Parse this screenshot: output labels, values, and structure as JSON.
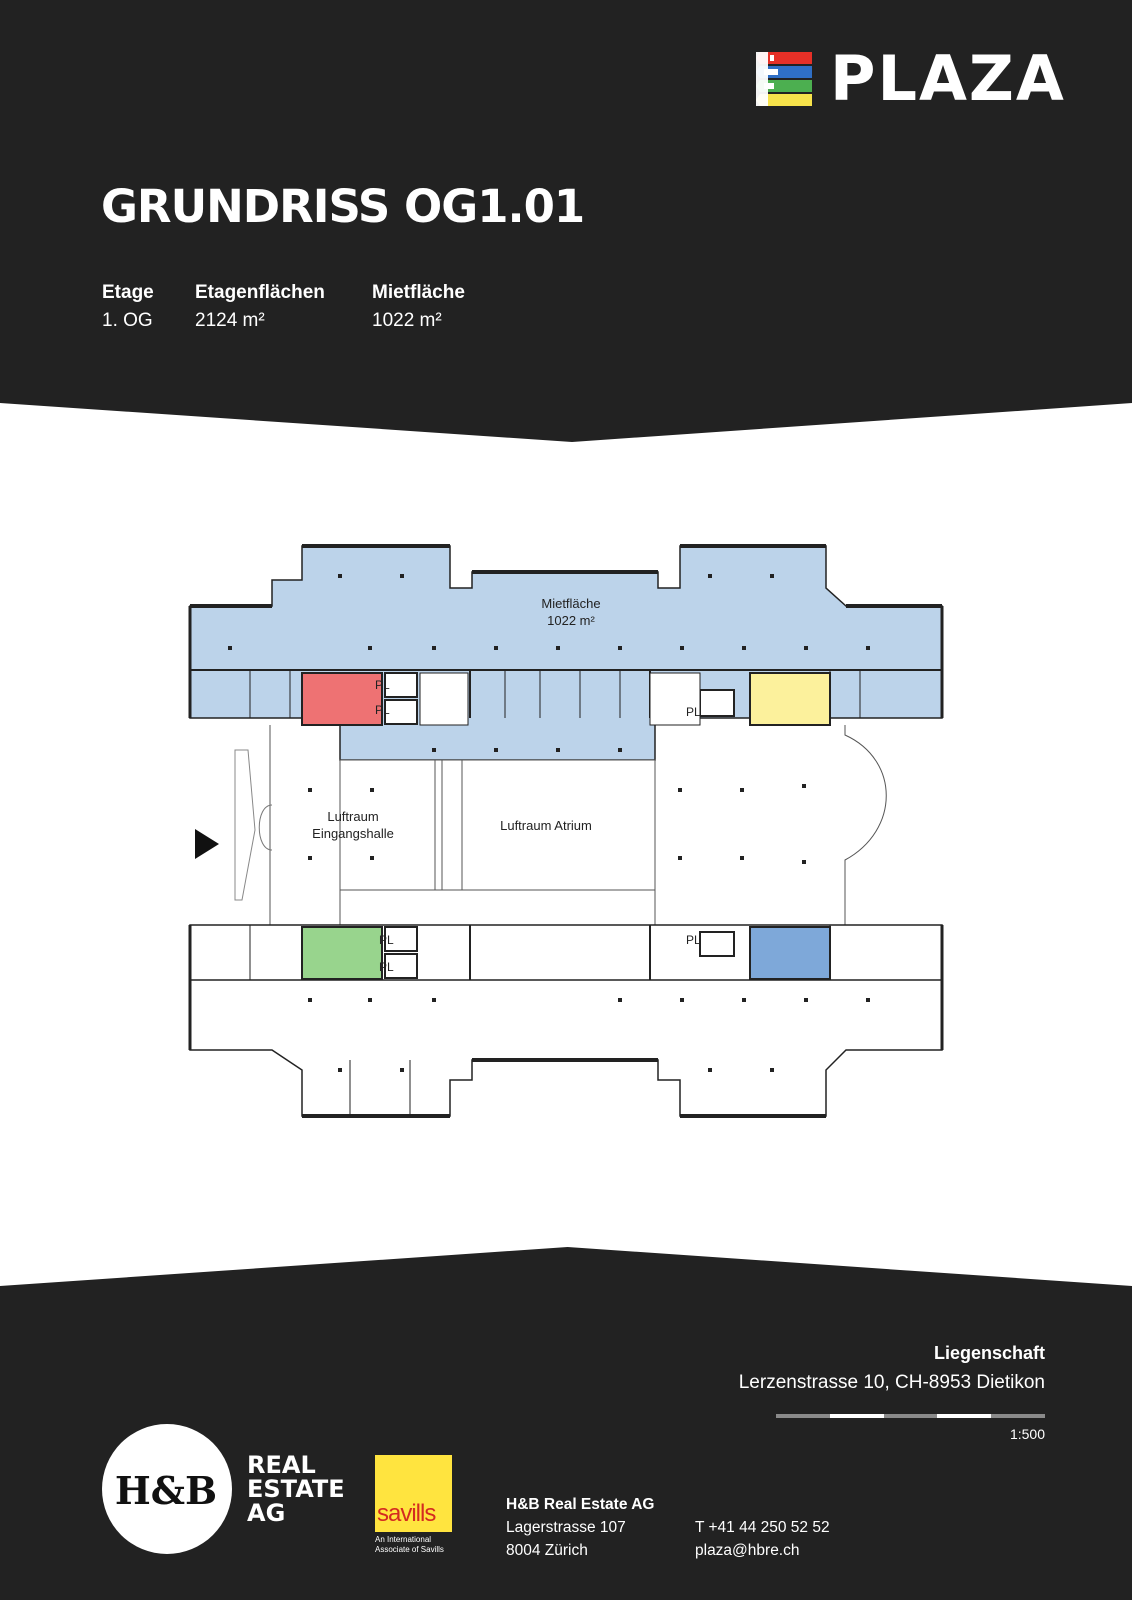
{
  "colors": {
    "background_dark": "#222222",
    "background_light": "#ffffff",
    "rental_area": "#bcd3ea",
    "stair_red": "#ee7273",
    "stair_yellow": "#fcf19c",
    "stair_green": "#98d48d",
    "stair_blue": "#7ea8d9",
    "savills_yellow": "#ffe43f",
    "savills_red": "#d42a20"
  },
  "header": {
    "logo_text": "PLAZA",
    "logo_stripe_colors": [
      "#e63027",
      "#2f6fc6",
      "#4caf50",
      "#f7e34b"
    ],
    "title": "GRUNDRISS OG1.01",
    "stats": [
      {
        "label": "Etage",
        "value": "1. OG"
      },
      {
        "label": "Etagenflächen",
        "value": "2124 m²"
      },
      {
        "label": "Mietfläche",
        "value": "1022 m²"
      }
    ]
  },
  "floorplan": {
    "rental_label": "Mietfläche",
    "rental_area": "1022 m²",
    "void_entrance_1": "Luftraum",
    "void_entrance_2": "Eingangshalle",
    "void_atrium": "Luftraum Atrium",
    "lift_marks": [
      "PL",
      "PL",
      "PL",
      "PL",
      "PL",
      "PL"
    ],
    "entrance_icon": "play-arrow-icon"
  },
  "footer": {
    "property_label": "Liegenschaft",
    "property_address": "Lerzenstrasse 10, CH-8953 Dietikon",
    "scale": "1:500",
    "hb_logo_text": "H&B",
    "real_estate_lines": [
      "REAL",
      "ESTATE",
      "AG"
    ],
    "savills_text": "savills",
    "savills_note_lines": [
      "An International",
      "Associate of Savills"
    ],
    "company_name": "H&B Real Estate AG",
    "company_street": "Lagerstrasse 107",
    "company_city": "8004 Zürich",
    "phone": "T +41 44 250 52 52",
    "email": "plaza@hbre.ch"
  }
}
